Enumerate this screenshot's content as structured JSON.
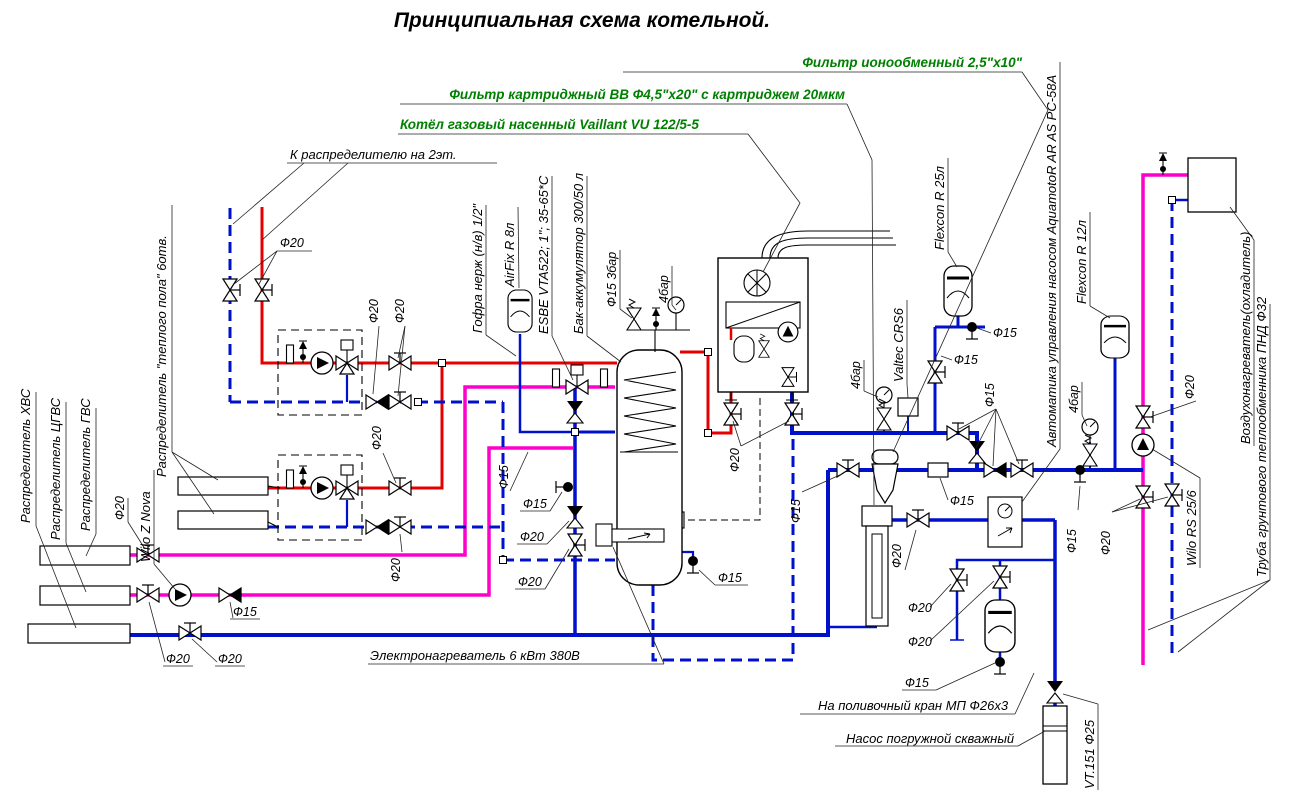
{
  "title": "Принципиальная схема котельной.",
  "colors": {
    "supply_red": "#e60000",
    "return_blue": "#0011cc",
    "dhw_magenta": "#ff00cc",
    "label_green": "#008000"
  },
  "labels": {
    "filter_ion": "Фильтр ионообменный 2,5\"x10\"",
    "filter_cartridge": "Фильтр картриджный ВВ Ф4,5\"x20\" с картриджем 20мкм",
    "boiler": "Котёл газовый насенный Vaillant VU 122/5-5",
    "to_2nd_floor": "К распределителю на 2эт.",
    "dist_floor": "Распределитель \"теплого пола\" 6отв.",
    "dist_hvs": "Распределитель ХВС",
    "dist_cgvs": "Распределитель ЦГВС",
    "dist_gvs": "Распределитель ГВС",
    "wilo_z_nova": "Wilo Z Nova",
    "gofra": "Гофра нерж (н/в) 1/2\"",
    "airfix": "AirFix R 8л",
    "esbe": "ESBE VTA522; 1\"; 35-65*С",
    "tank": "Бак-аккумулятор 300/50 л",
    "f15_3bar": "Ф15 3бар",
    "bar4": "4бар",
    "valtec": "Valtec CRS6",
    "flexcon25": "Flexcon R 25л",
    "flexcon12": "Flexcon R 12л",
    "automation": "Автоматика управления насосом AquamotoR AR AS PC-58A",
    "air_heater": "Воздухонагреватель(охладитель)",
    "ground_pipe": "Труба грунтового теплообменника ПНД Ф32",
    "wilo_rs": "Wilo RS 25/6",
    "electro_heater": "Электронагреватель 6 кВт 380В",
    "garden_tap": "На поливочный кран МП Ф26х3",
    "well_pump": "Насос погружной скважный",
    "vt151": "VT.151 Ф25",
    "f20": "Ф20",
    "f15": "Ф15"
  }
}
